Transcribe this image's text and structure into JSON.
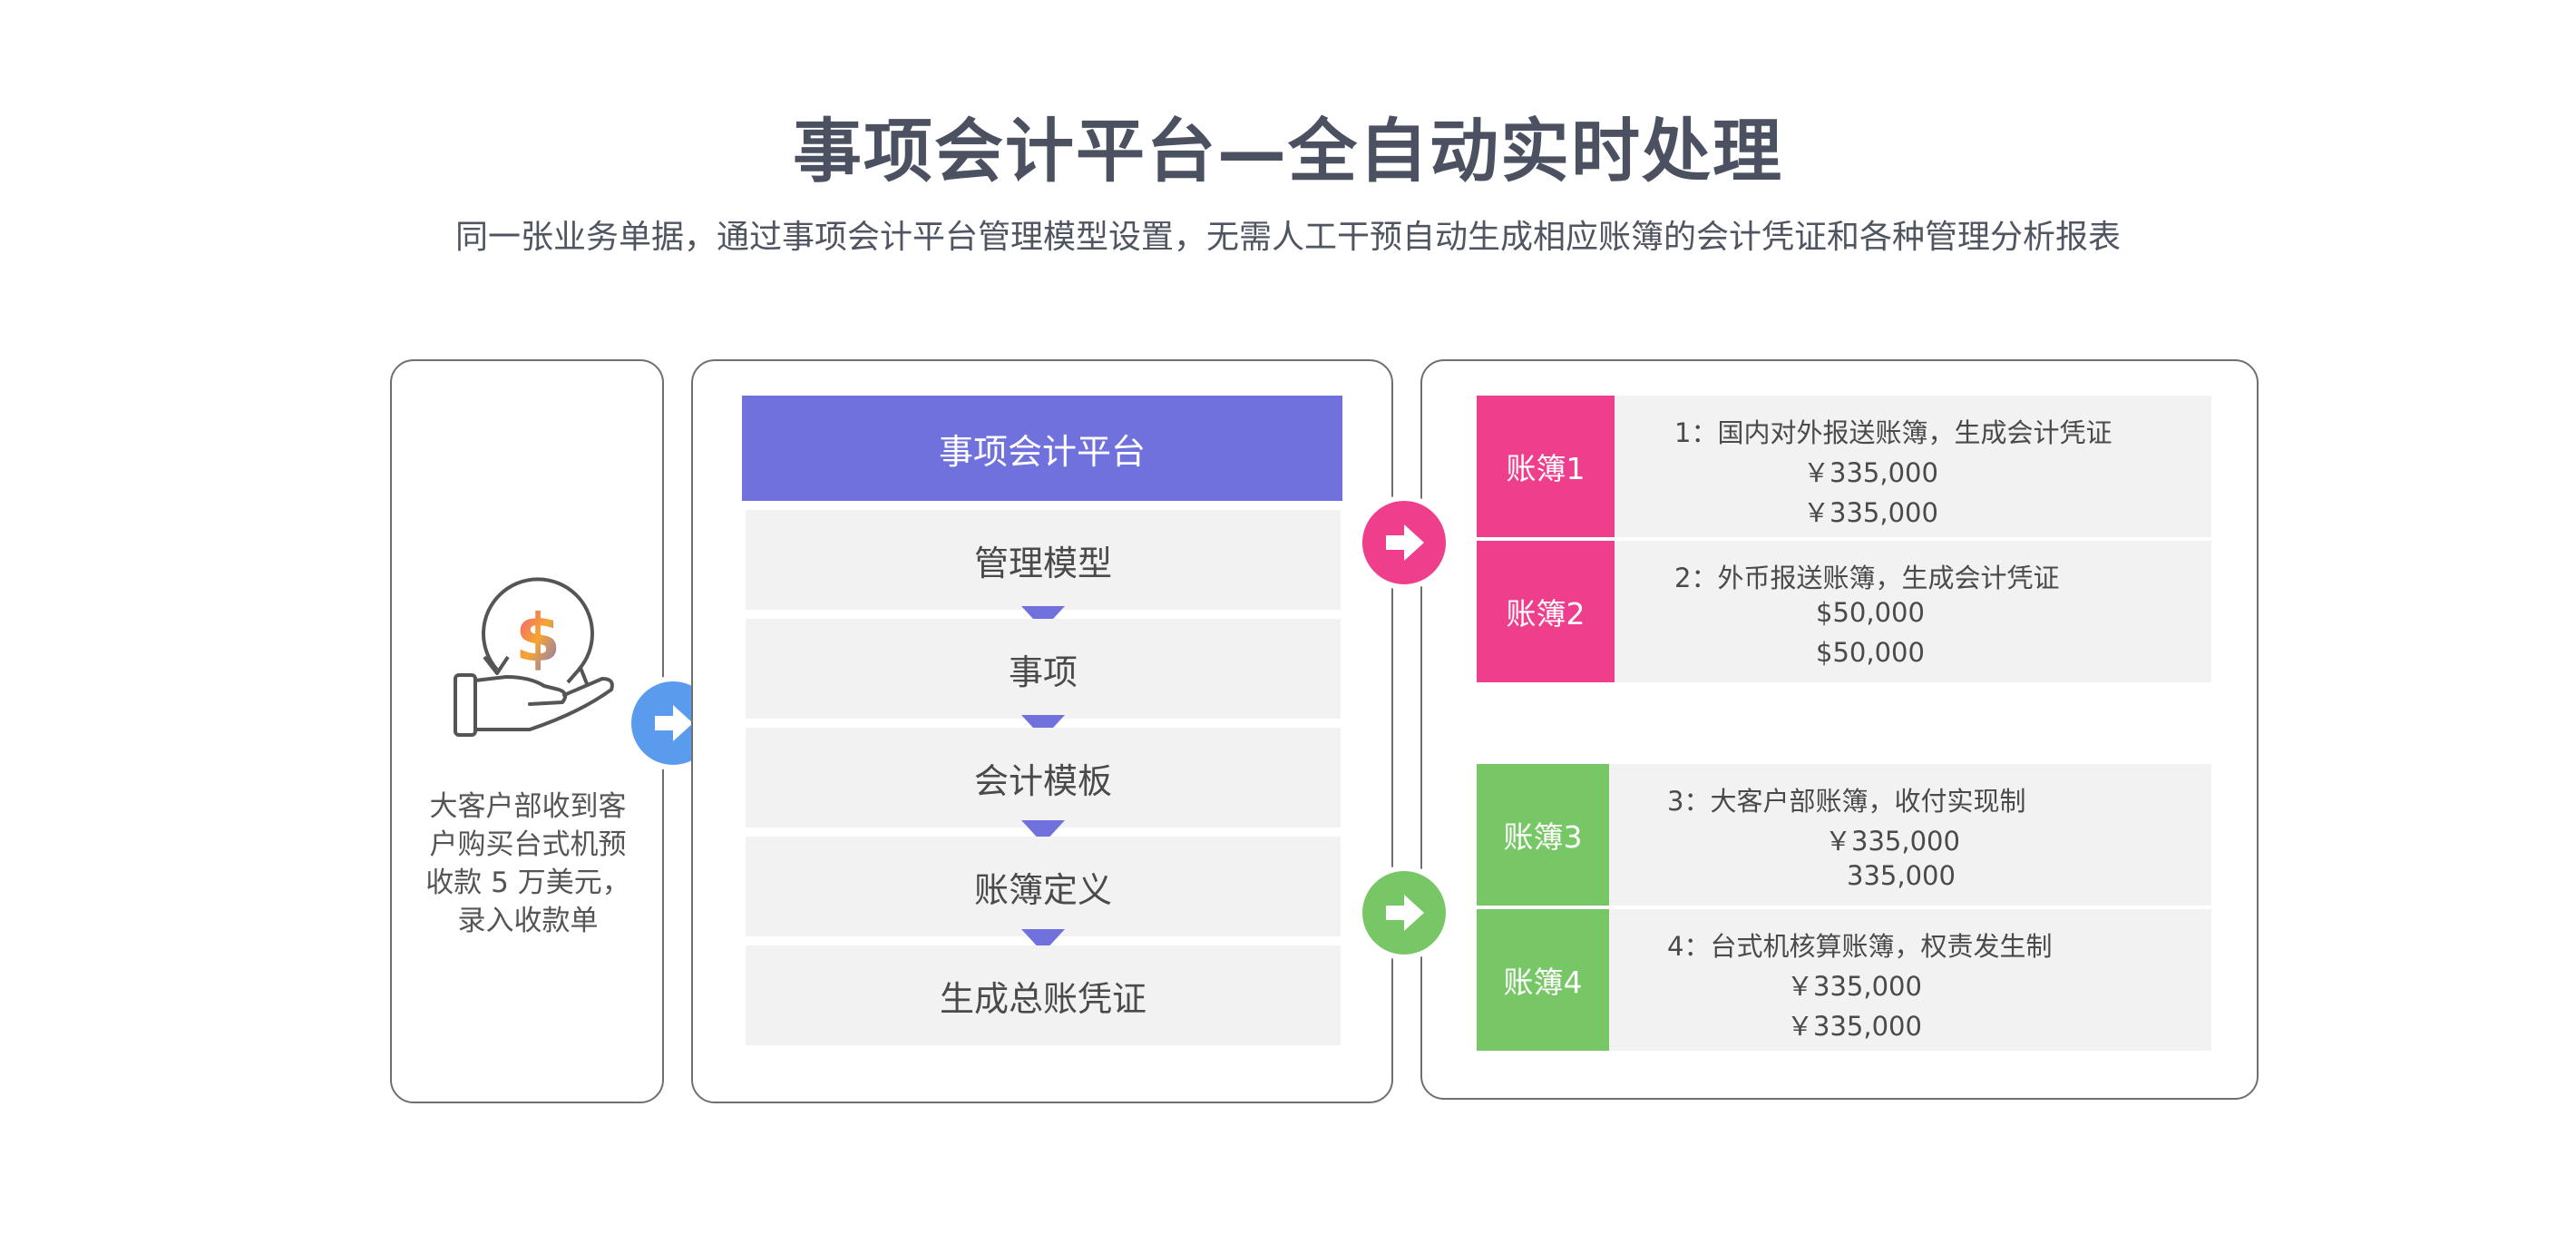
{
  "title": "事项会计平台—全自动实时处理",
  "subtitle": "同一张业务单据，通过事项会计平台管理模型设置，无需人工干预自动生成相应账簿的会计凭证和各种管理分析报表",
  "source": {
    "icon": "hand-dollar-icon",
    "lines": [
      "大客户部收到客",
      "户购买台式机预",
      "收款 5 万美元，",
      "录入收款单"
    ]
  },
  "platform": {
    "header": "事项会计平台",
    "steps": [
      "管理模型",
      "事项",
      "会计模板",
      "账簿定义",
      "生成总账凭证"
    ]
  },
  "ledgers": [
    {
      "tag": "账簿1",
      "desc": "1：国内对外报送账簿，生成会计凭证",
      "values": [
        "￥335,000",
        "￥335,000"
      ]
    },
    {
      "tag": "账簿2",
      "desc": "2：外币报送账簿，生成会计凭证",
      "values": [
        "$50,000",
        "$50,000"
      ]
    },
    {
      "tag": "账簿3",
      "desc": "3：大客户部账簿，收付实现制",
      "values": [
        "￥335,000",
        "335,000"
      ]
    },
    {
      "tag": "账簿4",
      "desc": "4：台式机核算账簿，权责发生制",
      "values": [
        "￥335,000",
        "￥335,000"
      ]
    }
  ],
  "colors": {
    "title": "#4b5160",
    "platform_header": "#7071dd",
    "arrow_blue": "#5b9bee",
    "ledger_pink": "#ef3f8c",
    "ledger_green": "#78c766",
    "row_bg": "#f2f2f2"
  }
}
